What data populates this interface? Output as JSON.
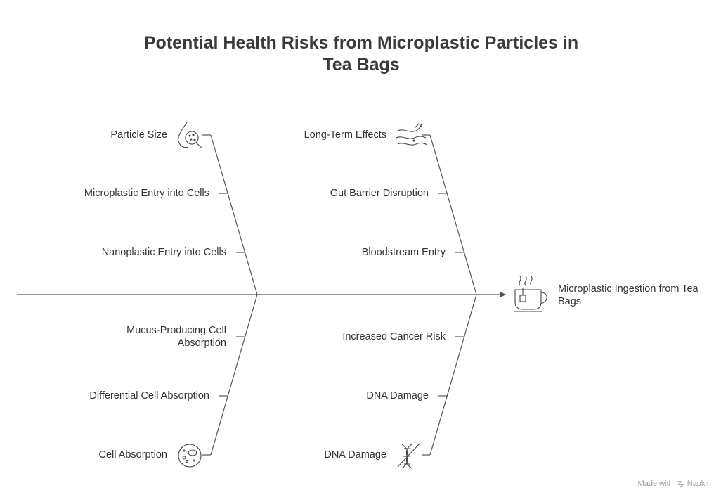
{
  "title": "Potential Health Risks from Microplastic Particles in Tea Bags",
  "effect": {
    "label": "Microplastic Ingestion from Tea Bags",
    "icon": "tea-cup-icon"
  },
  "causes": {
    "top_left": [
      "Particle Size",
      "Microplastic Entry into Cells",
      "Nanoplastic Entry into Cells"
    ],
    "top_left_icon": "magnifier-particle-icon",
    "top_right": [
      "Long-Term Effects",
      "Gut Barrier Disruption",
      "Bloodstream Entry"
    ],
    "top_right_icon": "intestine-icon",
    "bottom_left": [
      "Mucus-Producing Cell Absorption",
      "Differential Cell Absorption",
      "Cell Absorption"
    ],
    "bottom_left_icon": "cell-icon",
    "bottom_right": [
      "Increased Cancer Risk",
      "DNA Damage",
      "DNA Damage"
    ],
    "bottom_right_icon": "dna-crossed-icon"
  },
  "watermark": {
    "text": "Made with",
    "brand": "Napkin"
  },
  "colors": {
    "line": "#555555",
    "text": "#333333"
  }
}
